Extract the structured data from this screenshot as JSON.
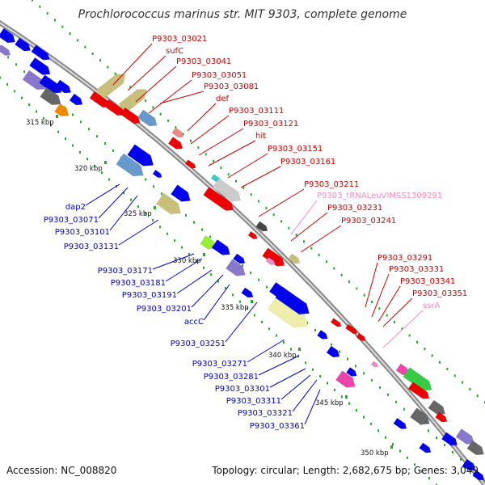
{
  "title": "Prochlorococcus marinus str. MIT 9303, complete genome",
  "footer": {
    "accession": "Accession: NC_008820",
    "summary": "Topology: circular; Length: 2,682,675 bp; Genes: 3,049"
  },
  "colors": {
    "forward_label": "#cc0000",
    "reverse_label": "#0000cc",
    "rna_label": "#ff88bb",
    "backbone": "#888888",
    "ticks": "#22aa22"
  },
  "kbp_markers": [
    {
      "label": "315 kbp"
    },
    {
      "label": "320 kbp"
    },
    {
      "label": "325 kbp"
    },
    {
      "label": "330 kbp"
    },
    {
      "label": "335 kbp"
    },
    {
      "label": "340 kbp"
    },
    {
      "label": "345 kbp"
    },
    {
      "label": "350 kbp"
    }
  ],
  "forward_labels": [
    "P9303_03021",
    "sufC",
    "P9303_03041",
    "P9303_03051",
    "P9303_03081",
    "def",
    "P9303_03111",
    "P9303_03121",
    "hit",
    "P9303_03151",
    "P9303_03161",
    "P9303_03211",
    "P9303_03231",
    "P9303_03241",
    "P9303_03291",
    "P9303_03331",
    "P9303_03341",
    "P9303_03351"
  ],
  "rna_labels": [
    "P9303_tRNALeuVIMSS1309291",
    "ssrA"
  ],
  "reverse_labels": [
    "dap2",
    "P9303_03071",
    "P9303_03101",
    "P9303_03131",
    "P9303_03171",
    "P9303_03181",
    "P9303_03191",
    "P9303_03201",
    "accC",
    "P9303_03251",
    "P9303_03271",
    "P9303_03281",
    "P9303_03301",
    "P9303_03311",
    "P9303_03321",
    "P9303_03361"
  ]
}
